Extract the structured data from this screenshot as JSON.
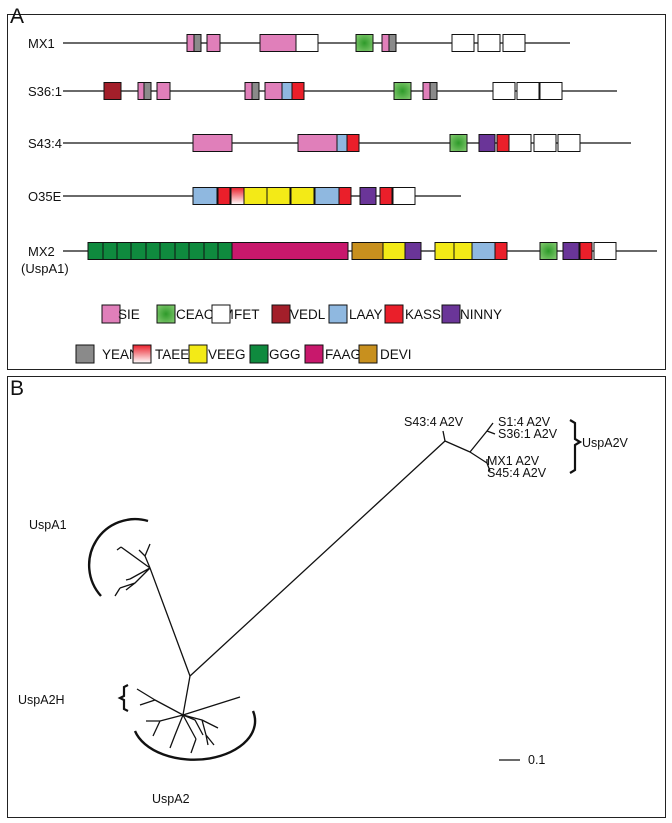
{
  "panel_a": {
    "letter": "A",
    "proteins": [
      {
        "name": "MX1",
        "name2": "",
        "end": 570,
        "domains": [
          [
            "SIE",
            187
          ],
          [
            "YEAN",
            194
          ],
          [
            "SIE",
            207
          ],
          [
            "SIE",
            260
          ],
          [
            "FET",
            296
          ],
          [
            "CEACAM",
            356
          ],
          [
            "SIE",
            382
          ],
          [
            "YEAN",
            389
          ],
          [
            "FET",
            452
          ],
          [
            "FET",
            478
          ],
          [
            "FET",
            503
          ]
        ]
      },
      {
        "name": "S36:1",
        "name2": "",
        "end": 617,
        "domains": [
          [
            "VEDL",
            104
          ],
          [
            "SIE",
            138
          ],
          [
            "YEAN",
            144
          ],
          [
            "SIE",
            157
          ],
          [
            "SIE",
            245
          ],
          [
            "YEAN",
            252
          ],
          [
            "SIE",
            265
          ],
          [
            "LAAY",
            282
          ],
          [
            "KASS",
            292
          ],
          [
            "CEACAM",
            394
          ],
          [
            "SIE",
            423
          ],
          [
            "YEAN",
            430
          ],
          [
            "FET",
            493
          ],
          [
            "FET",
            517
          ],
          [
            "FET",
            540
          ]
        ]
      },
      {
        "name": "S43:4",
        "name2": "",
        "end": 631,
        "domains": [
          [
            "SIE",
            193
          ],
          [
            "SIE",
            298
          ],
          [
            "LAAY",
            337
          ],
          [
            "KASS",
            347
          ],
          [
            "CEACAM",
            450
          ],
          [
            "NINNY",
            479
          ],
          [
            "KASS",
            497
          ],
          [
            "FET",
            509
          ],
          [
            "FET",
            534
          ],
          [
            "FET",
            558
          ]
        ]
      },
      {
        "name": "O35E",
        "name2": "",
        "end": 461,
        "domains": [
          [
            "LAAY",
            193
          ],
          [
            "KASS",
            218
          ],
          [
            "TAEER",
            231
          ],
          [
            "VEEG",
            244
          ],
          [
            "VEEG",
            267
          ],
          [
            "VEEG",
            291
          ],
          [
            "LAAY",
            315
          ],
          [
            "KASS",
            339
          ],
          [
            "NINNY",
            360
          ],
          [
            "KASS",
            380
          ],
          [
            "FET",
            393
          ]
        ]
      },
      {
        "name": "MX2",
        "name2": "(UspA1)",
        "end": 657,
        "domains": [
          [
            "GGG",
            88
          ],
          [
            "GGG",
            103
          ],
          [
            "GGG",
            117
          ],
          [
            "GGG",
            131
          ],
          [
            "GGG",
            146
          ],
          [
            "GGG",
            160
          ],
          [
            "GGG",
            175
          ],
          [
            "GGG",
            189
          ],
          [
            "GGG",
            204
          ],
          [
            "GGG",
            218
          ],
          [
            "FAAG",
            232
          ],
          [
            "DEVI",
            352
          ],
          [
            "VEEG",
            383
          ],
          [
            "NINNY",
            405
          ],
          [
            "VEEG",
            435
          ],
          [
            "VEEG",
            454
          ],
          [
            "LAAY",
            472
          ],
          [
            "KASS",
            495
          ],
          [
            "CEACAM",
            540
          ],
          [
            "NINNY",
            563
          ],
          [
            "KASS",
            580
          ],
          [
            "FET",
            594
          ]
        ]
      }
    ],
    "legend": [
      {
        "name": "SIE",
        "color": "#e07fba"
      },
      {
        "name": "CEACAM",
        "color": "#4cae3c"
      },
      {
        "name": "FET",
        "color": "#ffffff"
      },
      {
        "name": "VEDL",
        "color": "#a31f2a"
      },
      {
        "name": "LAAY",
        "color": "#8fb8e0"
      },
      {
        "name": "KASS",
        "color": "#ea1f2a"
      },
      {
        "name": "NINNY",
        "color": "#6a3598"
      },
      {
        "name": "YEAN",
        "color": "#8a8a8a"
      },
      {
        "name": "TAEER",
        "color": "gradient"
      },
      {
        "name": "VEEG",
        "color": "#f3ea17"
      },
      {
        "name": "GGG",
        "color": "#0f8a3e"
      },
      {
        "name": "FAAG",
        "color": "#c8186c"
      },
      {
        "name": "DEVI",
        "color": "#c8901e"
      }
    ]
  },
  "panel_b": {
    "letter": "B",
    "labels": {
      "usp_a2v": "UspA2V",
      "s43": "S43:4 A2V",
      "s1": "S1:4 A2V",
      "s36": "S36:1 A2V",
      "mx1": "MX1 A2V",
      "s45": "S45:4 A2V",
      "usp_a1": "UspA1",
      "usp_a2h": "UspA2H",
      "usp_a2": "UspA2"
    },
    "scale_bar": "0.1"
  }
}
